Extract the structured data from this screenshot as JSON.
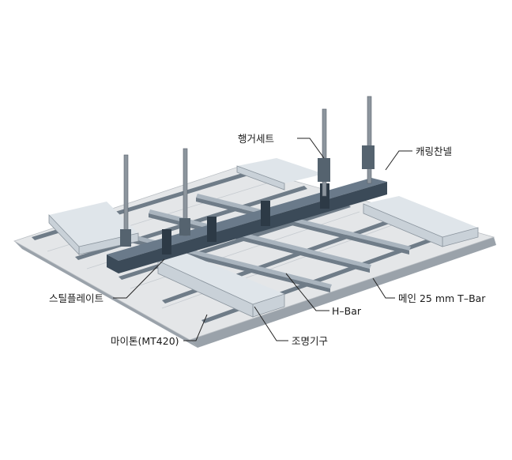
{
  "labels": {
    "hanger_set": "행거세트",
    "carrying_channel": "캐링찬넬",
    "steel_plate": "스틸플레이트",
    "h_bar": "H–Bar",
    "main_t_bar": "메인 25 mm T–Bar",
    "mitone": "마이톤(MT420)",
    "light_fixture": "조명기구"
  },
  "colors": {
    "panel": "#e4e6e8",
    "t_bar": "#6f7c88",
    "carrying_channel": "#3b4a58",
    "rod": "#8c959d"
  }
}
